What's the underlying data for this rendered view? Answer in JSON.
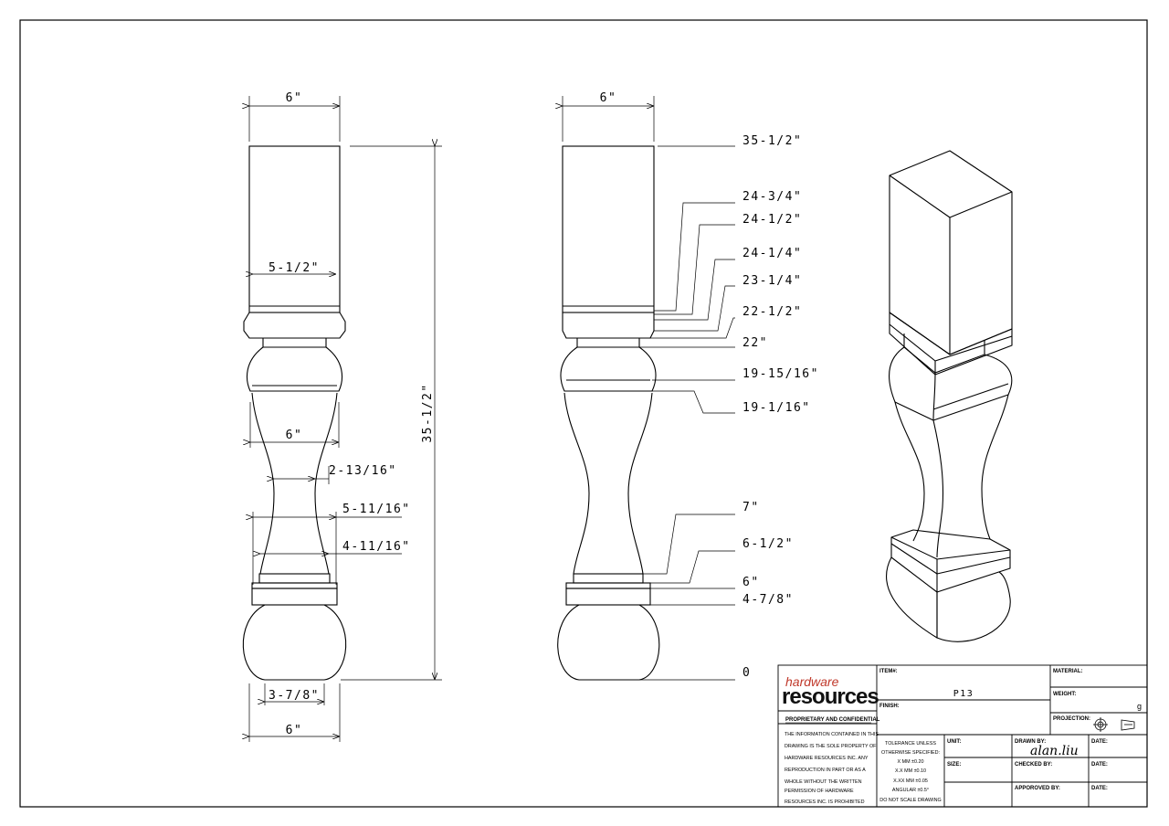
{
  "front_view": {
    "top_width": "6\"",
    "overall_height": "35-1/2\"",
    "block_inner": "5-1/2\"",
    "vase_width": "6\"",
    "neck_1": "2-13/16\"",
    "neck_2": "5-11/16\"",
    "neck_3": "4-11/16\"",
    "foot_width": "3-7/8\"",
    "bottom_width": "6\""
  },
  "side_view": {
    "top_width": "6\"",
    "heights": [
      "35-1/2\"",
      "24-3/4\"",
      "24-1/2\"",
      "24-1/4\"",
      "23-1/4\"",
      "22-1/2\"",
      "22\"",
      "19-15/16\"",
      "19-1/16\"",
      "7\"",
      "6-1/2\"",
      "6\"",
      "4-7/8\"",
      "0"
    ]
  },
  "title_block": {
    "logo_top": "hardware",
    "logo_main": "resources",
    "confidential_heading": "PROPRIETARY AND CONFIDENTIAL",
    "confidential_lines": [
      "THE INFORMATION CONTAINED IN THIS",
      "DRAWING IS THE SOLE PROPERTY OF",
      "HARDWARE RESOURCES INC.  ANY",
      "REPRODUCTION IN PART OR AS A",
      "WHOLE  WITHOUT THE WRITTEN",
      "PERMISSION OF HARDWARE",
      "RESOURCES INC. IS PROHIBITED"
    ],
    "item_label": "ITEM#:",
    "item_value": "P13",
    "finish_label": "FINISH:",
    "material_label": "MATERIAL:",
    "weight_label": "WEIGHT:",
    "weight_unit": "g",
    "projection_label": "PROJECTION:",
    "tolerance_lines": [
      "TOLERANCE UNLESS",
      "OTHERWISE SPECIFIED:",
      "X    MM    ±0.20",
      "X.X   MM   ±0.10",
      "X.XX  MM   ±0.05",
      "ANGULAR     ±0.5°",
      "DO NOT SCALE DRAWING"
    ],
    "unit_label": "UNIT:",
    "size_label": "SIZE:",
    "drawn_by_label": "DRAWN BY:",
    "drawn_by_value": "alan.liu",
    "checked_by_label": "CHECKED BY:",
    "approved_by_label": "APPOROVED BY:",
    "date_label": "DATE:"
  }
}
